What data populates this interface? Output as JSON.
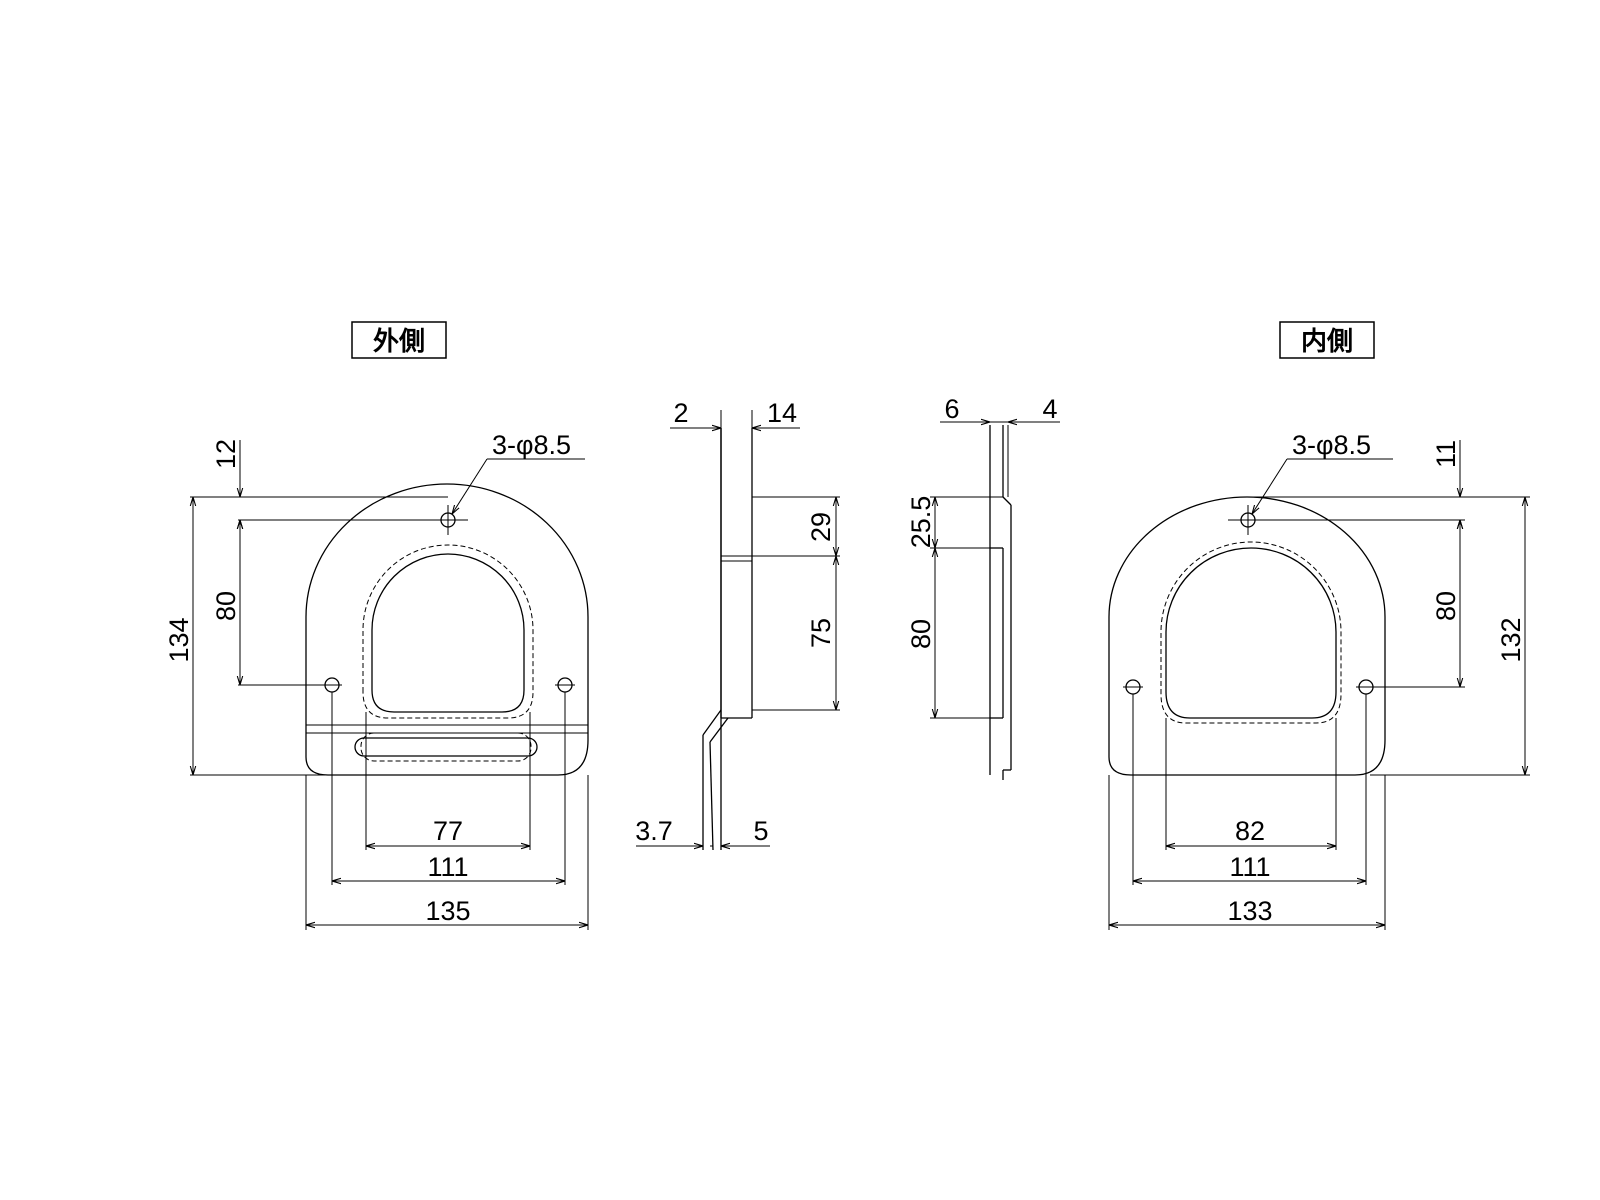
{
  "labels": {
    "outer_view": "外側",
    "inner_view": "内側"
  },
  "outer_view": {
    "holes": "3-φ8.5",
    "dim_top_offset": "12",
    "dim_hole_spacing_v": "80",
    "dim_height": "134",
    "dim_opening_width": "77",
    "dim_hole_spacing_h": "111",
    "dim_width": "135"
  },
  "side_view_left": {
    "dim_thickness": "2",
    "dim_offset": "14",
    "dim_upper": "29",
    "dim_lower": "75",
    "dim_bottom_a": "3.7",
    "dim_bottom_b": "5"
  },
  "side_view_right": {
    "dim_a": "6",
    "dim_b": "4",
    "dim_upper": "25.5",
    "dim_lower": "80"
  },
  "inner_view": {
    "holes": "3-φ8.5",
    "dim_top_offset": "11",
    "dim_hole_spacing_v": "80",
    "dim_height": "132",
    "dim_opening_width": "82",
    "dim_hole_spacing_h": "111",
    "dim_width": "133"
  }
}
